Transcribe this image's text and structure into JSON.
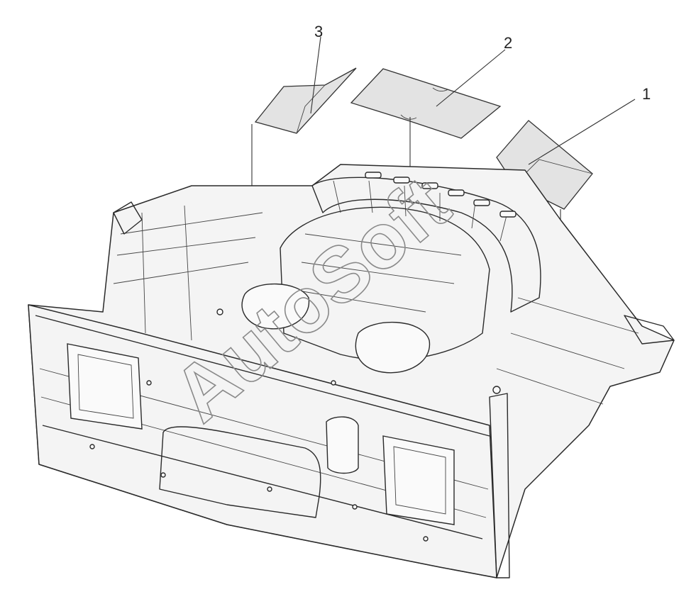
{
  "callouts": [
    {
      "id": "1",
      "label": "1"
    },
    {
      "id": "2",
      "label": "2"
    },
    {
      "id": "3",
      "label": "3"
    }
  ],
  "watermark": "AutoSoft",
  "colors": {
    "line": "#2a2a2a",
    "pad_fill": "#e3e3e3",
    "panel_fill": "#f4f4f4",
    "watermark": "#8a8a8a"
  }
}
